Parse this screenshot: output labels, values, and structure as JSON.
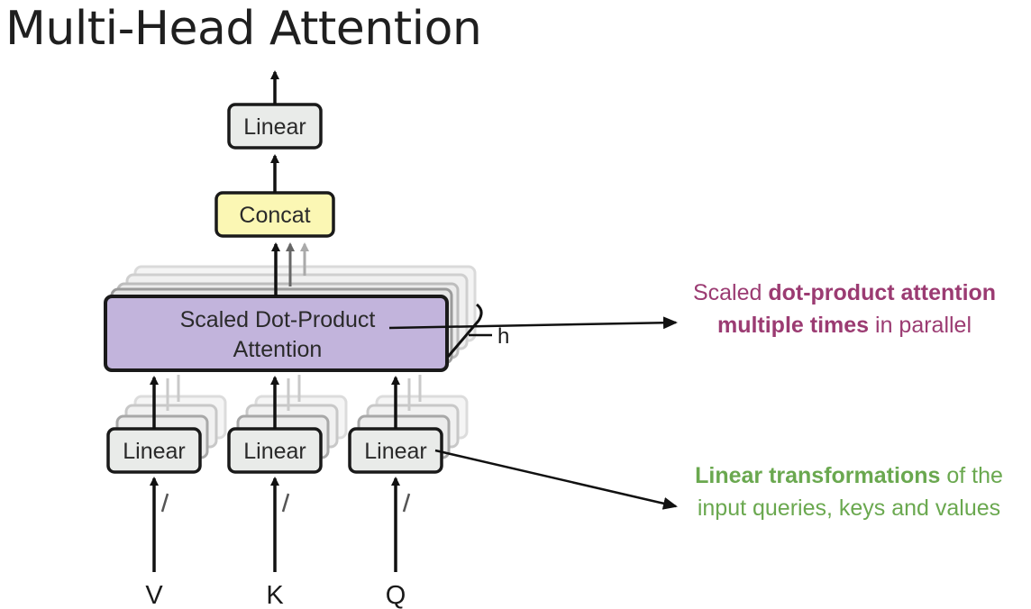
{
  "slide": {
    "title": "Multi-Head Attention"
  },
  "diagram": {
    "output_linear": "Linear",
    "concat": "Concat",
    "attention_line1": "Scaled Dot-Product",
    "attention_line2": "Attention",
    "h": "h",
    "input_linears": [
      "Linear",
      "Linear",
      "Linear"
    ],
    "inputs": [
      "V",
      "K",
      "Q"
    ]
  },
  "annotations": {
    "attention": {
      "pre": "Scaled ",
      "bold": "dot-product attention multiple times",
      "post": " in parallel"
    },
    "linear": {
      "bold": "Linear transformations",
      "post": " of the input queries, keys and values"
    }
  },
  "colors": {
    "linear_fill": "#e9ebe9",
    "concat_fill": "#fbf7b4",
    "attention_fill": "#c2b4dc",
    "attention_note": "#9b3b72",
    "linear_note": "#6aa84f"
  }
}
